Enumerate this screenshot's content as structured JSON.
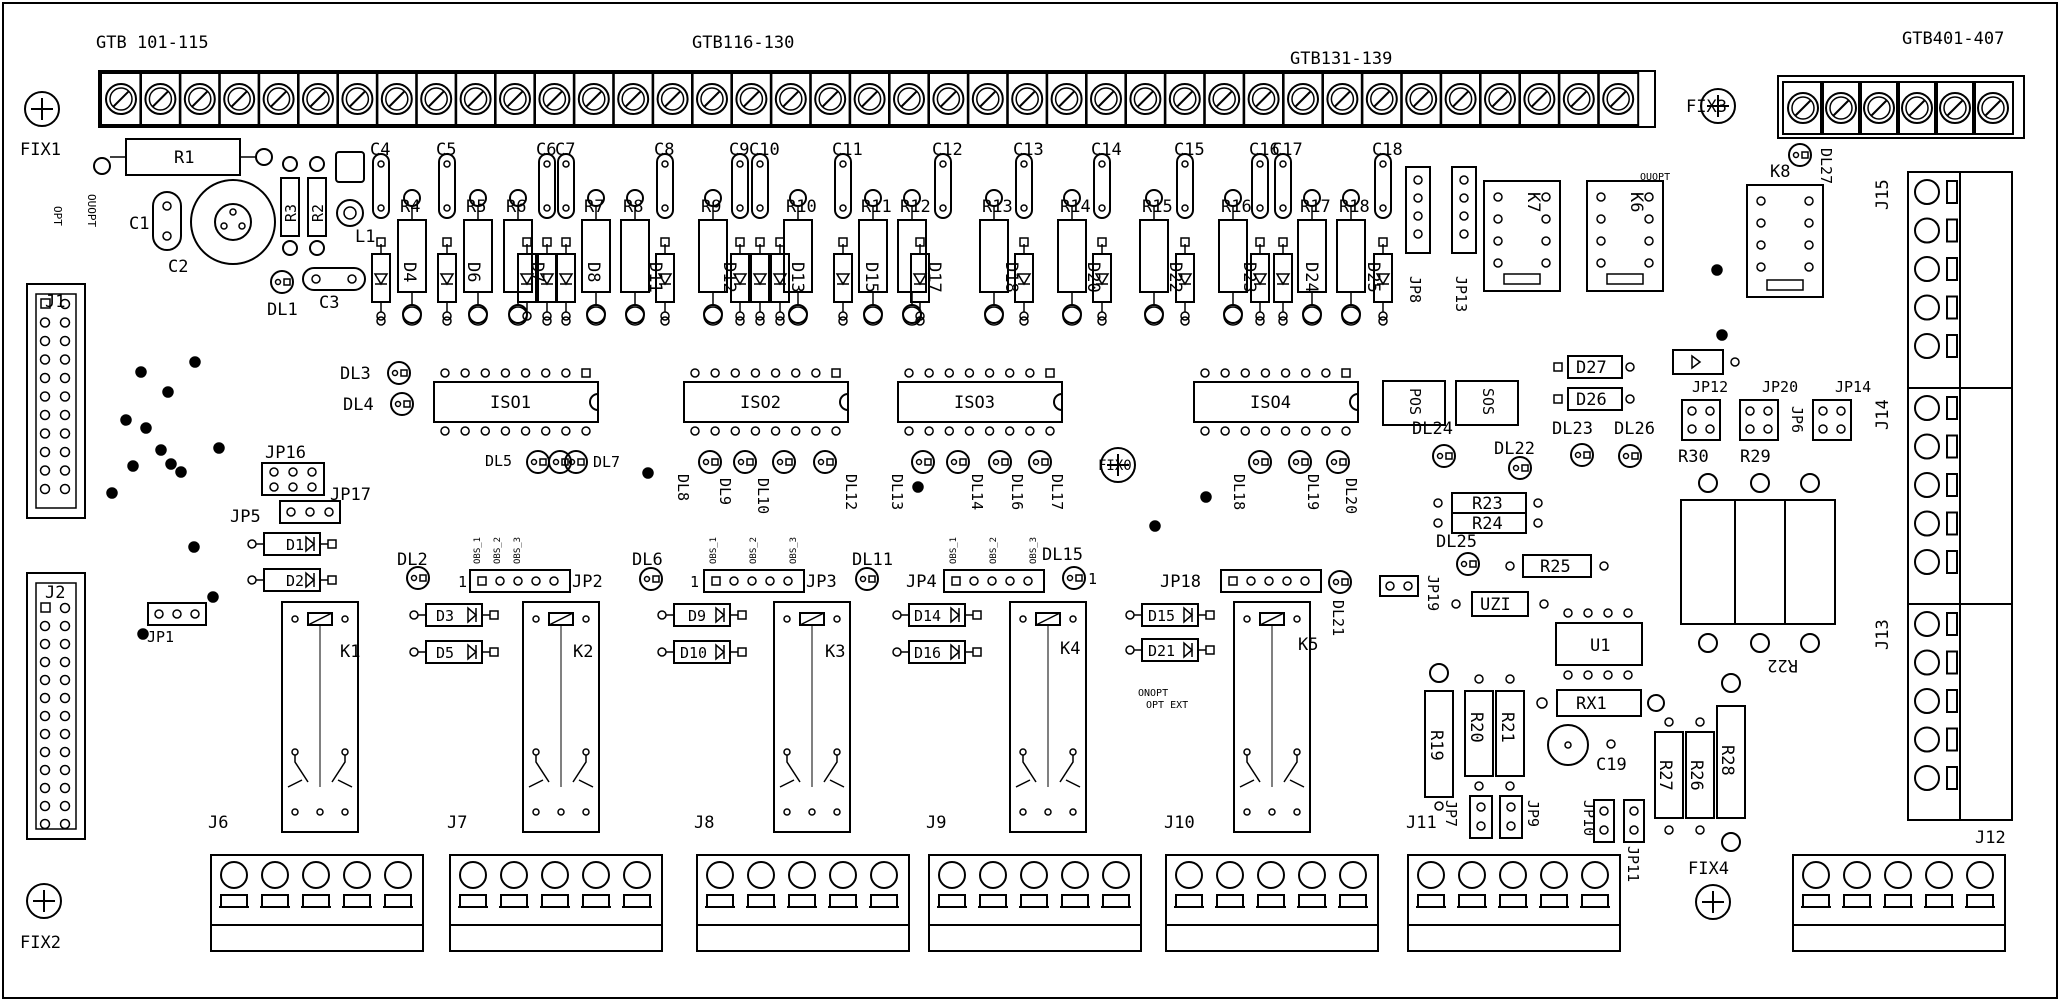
{
  "labels": {
    "gtb_101_115": "GTB 101-115",
    "gtb_116_130": "GTB116-130",
    "gtb_131_139": "GTB131-139",
    "gtb_401_407": "GTB401-407",
    "fix1": "FIX1",
    "fix2": "FIX2",
    "fix3": "FIX3",
    "fix4": "FIX4",
    "fix0": "FIX0",
    "r1": "R1",
    "r2": "R2",
    "r3": "R3",
    "r4": "R4",
    "r5": "R5",
    "r6": "R6",
    "r7": "R7",
    "r8": "R8",
    "r9": "R9",
    "r10": "R10",
    "r11": "R11",
    "r12": "R12",
    "r13": "R13",
    "r14": "R14",
    "r15": "R15",
    "r16": "R16",
    "r17": "R17",
    "r18": "R18",
    "r19": "R19",
    "r20": "R20",
    "r21": "R21",
    "r22": "R22",
    "r23": "R23",
    "r24": "R24",
    "r25": "R25",
    "r26": "R26",
    "r27": "R27",
    "r28": "R28",
    "r29": "R29",
    "r30": "R30",
    "rx1": "RX1",
    "c1": "C1",
    "c2": "C2",
    "c3": "C3",
    "c4": "C4",
    "c5": "C5",
    "c6": "C6",
    "c7": "C7",
    "c8": "C8",
    "c9": "C9",
    "c10": "C10",
    "c11": "C11",
    "c12": "C12",
    "c13": "C13",
    "c14": "C14",
    "c15": "C15",
    "c16": "C16",
    "c17": "C17",
    "c18": "C18",
    "c19": "C19",
    "l1": "L1",
    "j1": "J1",
    "j2": "J2",
    "j6": "J6",
    "j7": "J7",
    "j8": "J8",
    "j9": "J9",
    "j10": "J10",
    "j11": "J11",
    "j12": "J12",
    "j13": "J13",
    "j14": "J14",
    "j15": "J15",
    "iso1": "ISO1",
    "iso2": "ISO2",
    "iso3": "ISO3",
    "iso4": "ISO4",
    "k1": "K1",
    "k2": "K2",
    "k3": "K3",
    "k4": "K4",
    "k5": "K5",
    "k6": "K6",
    "k7": "K7",
    "k8": "K8",
    "u1": "U1",
    "pos": "POS",
    "sos": "SOS",
    "uzi": "UZI",
    "dl1": "DL1",
    "dl2": "DL2",
    "dl3": "DL3",
    "dl4": "DL4",
    "dl5": "DL5",
    "dl6": "DL6",
    "dl7": "DL7",
    "dl8": "DL8",
    "dl9": "DL9",
    "dl10": "DL10",
    "dl11": "DL11",
    "dl12": "DL12",
    "dl13": "DL13",
    "dl14": "DL14",
    "dl15": "DL15",
    "dl16": "DL16",
    "dl17": "DL17",
    "dl18": "DL18",
    "dl19": "DL19",
    "dl20": "DL20",
    "dl21": "DL21",
    "dl22": "DL22",
    "dl23": "DL23",
    "dl24": "DL24",
    "dl25": "DL25",
    "dl26": "DL26",
    "dl27": "DL27",
    "d1": "D1",
    "d2": "D2",
    "d3": "D3",
    "d4": "D4",
    "d5": "D5",
    "d6": "D6",
    "d7": "D7",
    "d8": "D8",
    "d9": "D9",
    "d10": "D10",
    "d11": "D11",
    "d12": "D12",
    "d13": "D13",
    "d14": "D14",
    "d15": "D15",
    "d16": "D16",
    "d17": "D17",
    "d18": "D18",
    "d20": "D20",
    "d21": "D21",
    "d22": "D22",
    "d23": "D23",
    "d24": "D24",
    "d25": "D25",
    "d26": "D26",
    "d27": "D27",
    "jp1": "JP1",
    "jp2": "JP2",
    "jp3": "JP3",
    "jp4": "JP4",
    "jp5": "JP5",
    "jp6": "JP6",
    "jp7": "JP7",
    "jp8": "JP8",
    "jp9": "JP9",
    "jp10": "JP10",
    "jp11": "JP11",
    "jp12": "JP12",
    "jp13": "JP13",
    "jp14": "JP14",
    "jp16": "JP16",
    "jp17": "JP17",
    "jp18": "JP18",
    "jp19": "JP19",
    "jp20": "JP20",
    "opt": "OPT",
    "ouopt": "OUOPT",
    "obs1": "OBS_1",
    "obs2": "OBS_2",
    "obs3": "OBS_3",
    "one": "1",
    "opt_ext": "OPT EXT",
    "onopt": "ONOPT"
  }
}
